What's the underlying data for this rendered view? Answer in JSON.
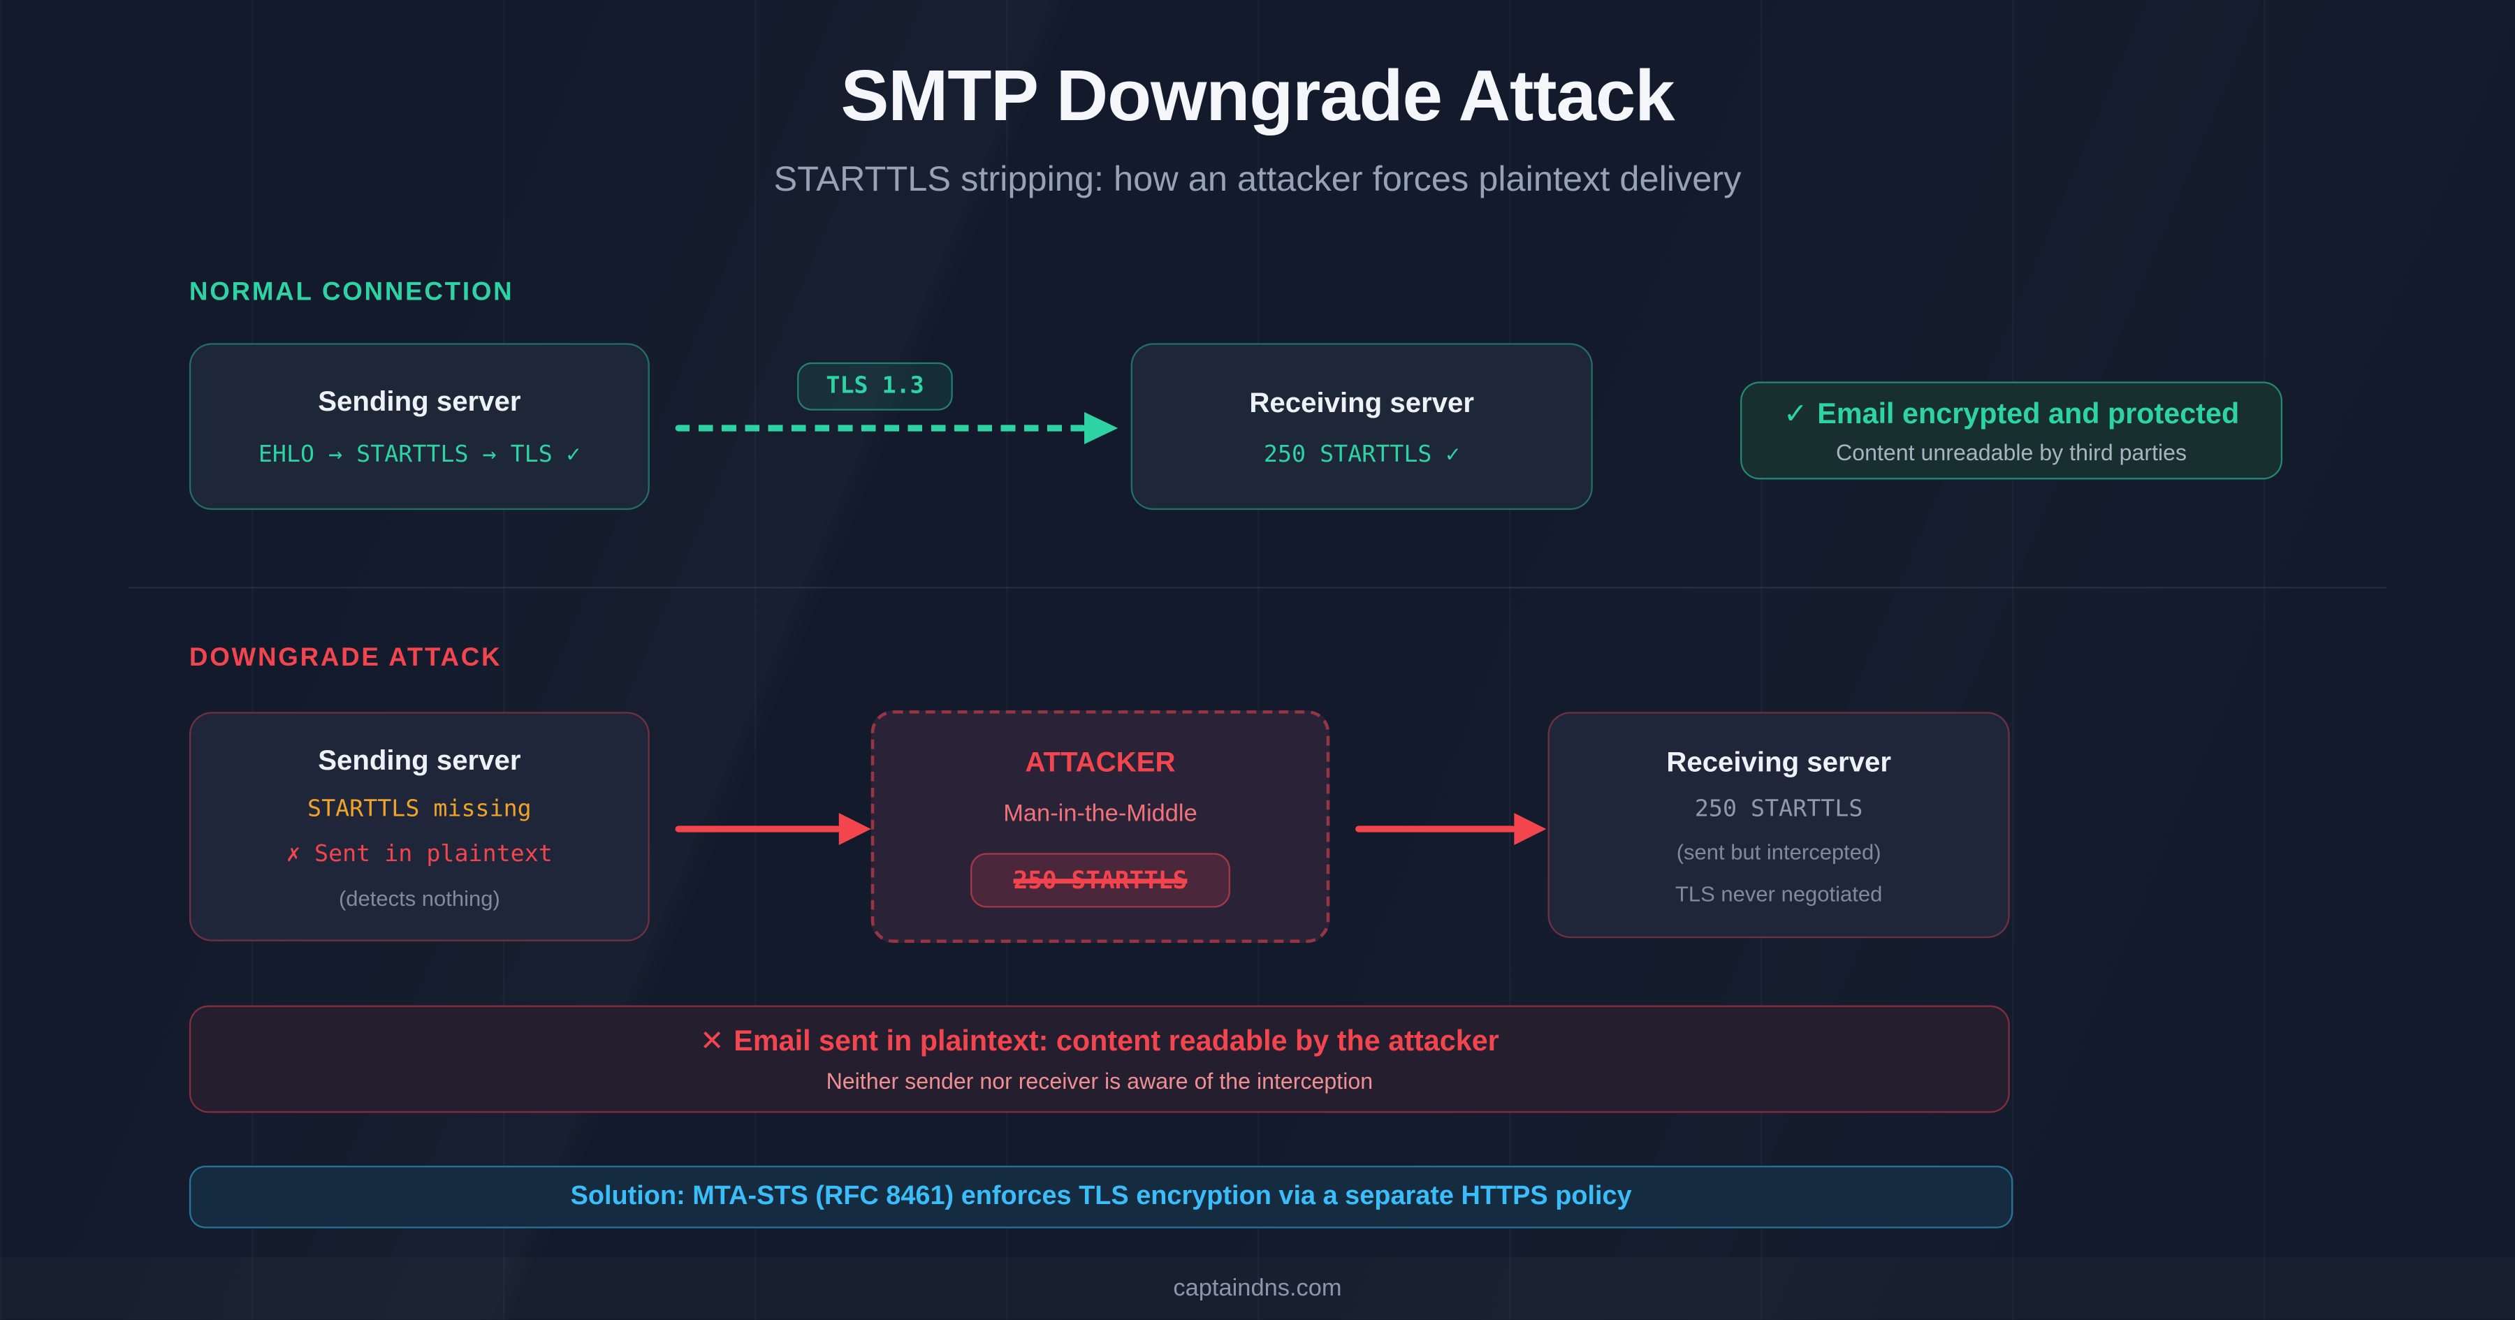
{
  "page": {
    "title": "SMTP Downgrade Attack",
    "subtitle": "STARTTLS stripping: how an attacker forces plaintext delivery",
    "footer": "captaindns.com"
  },
  "normal": {
    "label": "NORMAL CONNECTION",
    "sending": {
      "title": "Sending server",
      "line": "EHLO → STARTTLS → TLS ✓"
    },
    "badge": "TLS 1.3",
    "receiving": {
      "title": "Receiving server",
      "line": "250 STARTTLS ✓"
    },
    "result": {
      "icon": "✓",
      "title": "Email encrypted and protected",
      "subtitle": "Content unreadable by third parties"
    }
  },
  "attack": {
    "label": "DOWNGRADE ATTACK",
    "sending": {
      "title": "Sending server",
      "line1": "STARTTLS missing",
      "line2": "✗ Sent in plaintext",
      "note": "(detects nothing)"
    },
    "attacker": {
      "title": "ATTACKER",
      "subtitle": "Man-in-the-Middle",
      "pill": "250 STARTTLS"
    },
    "receiving": {
      "title": "Receiving server",
      "line": "250 STARTTLS",
      "note1": "(sent but intercepted)",
      "note2": "TLS never negotiated"
    },
    "result": {
      "icon": "✕",
      "title": "Email sent in plaintext: content readable by the attacker",
      "subtitle": "Neither sender nor receiver is aware of the interception"
    }
  },
  "solution": {
    "text": "Solution: MTA-STS (RFC 8461) enforces TLS encryption via a separate HTTPS policy"
  },
  "colors": {
    "green": "#2ed3a3",
    "red": "#f2454e",
    "amber": "#f0a32a",
    "blue": "#3abdf8",
    "background": "#121a2b"
  }
}
